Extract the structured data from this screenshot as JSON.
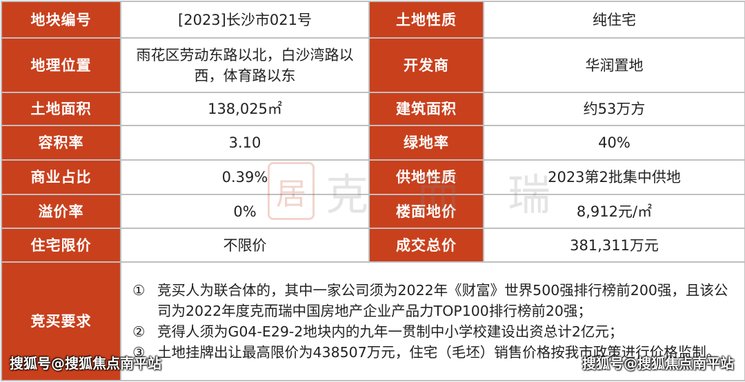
{
  "rows": [
    {
      "l1": "地块编号",
      "v1": "[2023]长沙市021号",
      "l2": "土地性质",
      "v2": "纯住宅"
    },
    {
      "l1": "地理位置",
      "v1": "雨花区劳动东路以北，白沙湾路以西，体育路以东",
      "l2": "开发商",
      "v2": "华润置地"
    },
    {
      "l1": "土地面积",
      "v1": "138,025㎡",
      "l2": "建筑面积",
      "v2": "约53万方"
    },
    {
      "l1": "容积率",
      "v1": "3.10",
      "l2": "绿地率",
      "v2": "40%"
    },
    {
      "l1": "商业占比",
      "v1": "0.39%",
      "l2": "供地性质",
      "v2": "2023第2批集中供地"
    },
    {
      "l1": "溢价率",
      "v1": "0%",
      "l2": "楼面地价",
      "v2": "8,912元/㎡"
    },
    {
      "l1": "住宅限价",
      "v1": "不限价",
      "l2": "成交总价",
      "v2": "381,311万元"
    }
  ],
  "requirements": {
    "label": "竞买要求",
    "items": [
      {
        "num": "①",
        "text": "竞买人为联合体的，其中一家公司须为2022年《财富》世界500强排行榜前200强，且该公司为2022年度克而瑞中国房地产企业产品力TOP100排行榜前20强；"
      },
      {
        "num": "②",
        "text": "竞得人须为G04-E29-2地块内的九年一贯制中小学校建设出资总计2亿元；"
      },
      {
        "num": "③",
        "text": "土地挂牌出让最高限价为438507万元，住宅（毛坯）销售价格按我市政策进行价格监制。"
      }
    ]
  },
  "watermark": {
    "seal": "居",
    "text": "克而瑞"
  },
  "credits": {
    "left": "搜狐号@搜狐焦点南平站",
    "right": "搜狐号@搜狐焦点南平站"
  },
  "colors": {
    "label_bg": "#c9401d",
    "border": "#bfbfbf",
    "text": "#222222"
  }
}
